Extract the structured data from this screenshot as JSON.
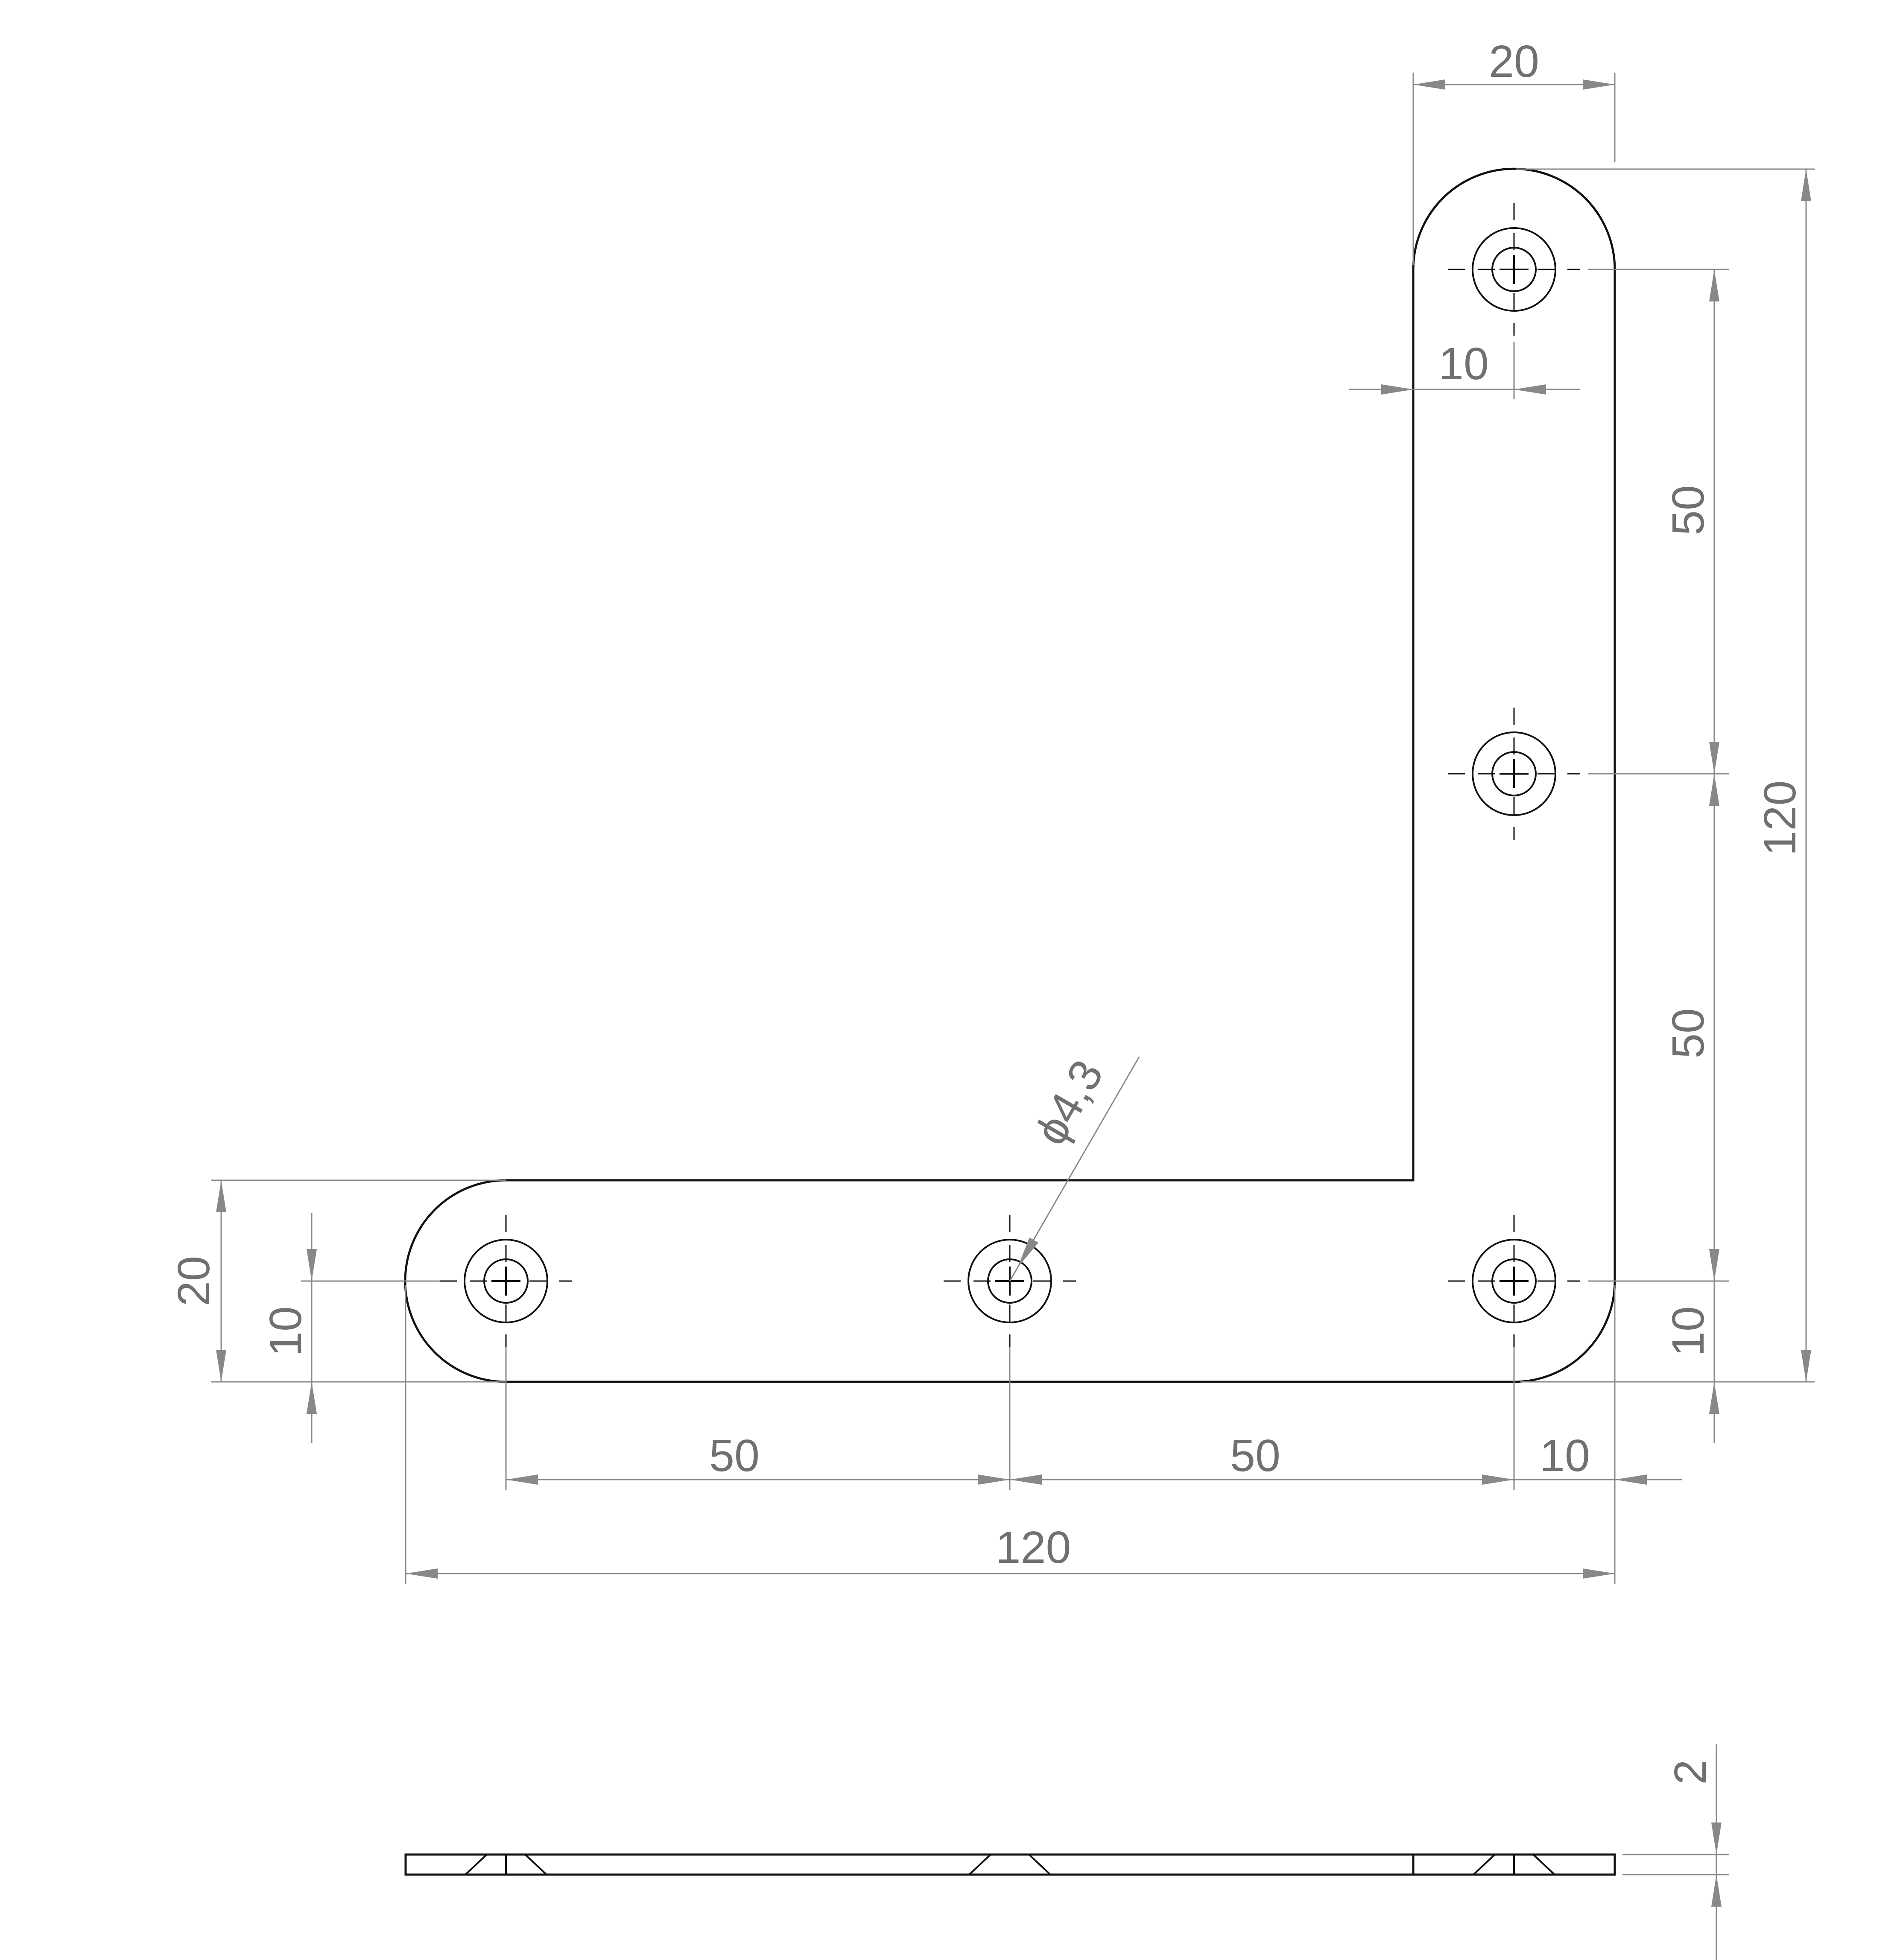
{
  "colors": {
    "outline": "#111111",
    "dimension": "#888888",
    "text": "#707070",
    "background": "#ffffff"
  },
  "dimensions": {
    "top_width": "20",
    "upper_inner_offset": "10",
    "vert_spacing_upper": "50",
    "vert_spacing_lower": "50",
    "overall_height": "120",
    "right_edge_offset": "10",
    "hole_diameter": "ϕ4,3",
    "left_width": "20",
    "left_hole_offset": "10",
    "horiz_spacing_left": "50",
    "horiz_spacing_right": "50",
    "horiz_edge_offset": "10",
    "overall_width": "120",
    "thickness": "2"
  }
}
